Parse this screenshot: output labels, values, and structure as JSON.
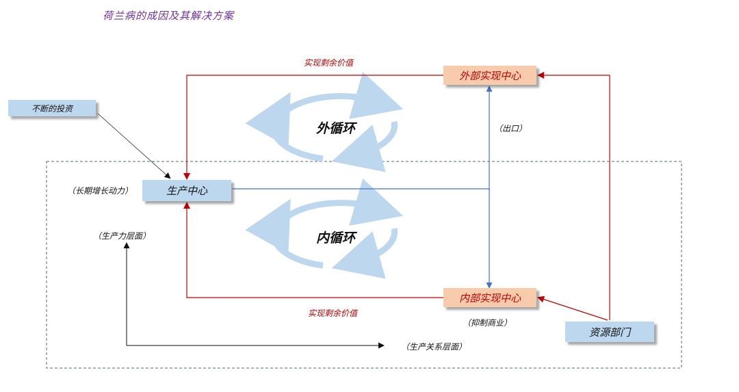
{
  "title": "荷兰病的成因及其解决方案",
  "nodes": {
    "investment": "不断的投资",
    "production_center": "生产中心",
    "external_center": "外部实现中心",
    "internal_center": "内部实现中心",
    "resource_sector": "资源部门"
  },
  "cycles": {
    "outer": "外循环",
    "inner": "内循环"
  },
  "labels": {
    "surplus_top": "实现剩余价值",
    "surplus_bottom": "实现剩余价值",
    "export": "（出口）",
    "long_term": "（长期增长动力）",
    "suppress_commerce": "（抑制商业）",
    "productivity_level": "（生产力层面）",
    "relations_level": "（生产关系层面）"
  },
  "colors": {
    "red_arrow": "#c00000",
    "blue_arrow": "#4472c4",
    "cycle_arrow": "#bdd7ee",
    "title": "#7030a0"
  }
}
